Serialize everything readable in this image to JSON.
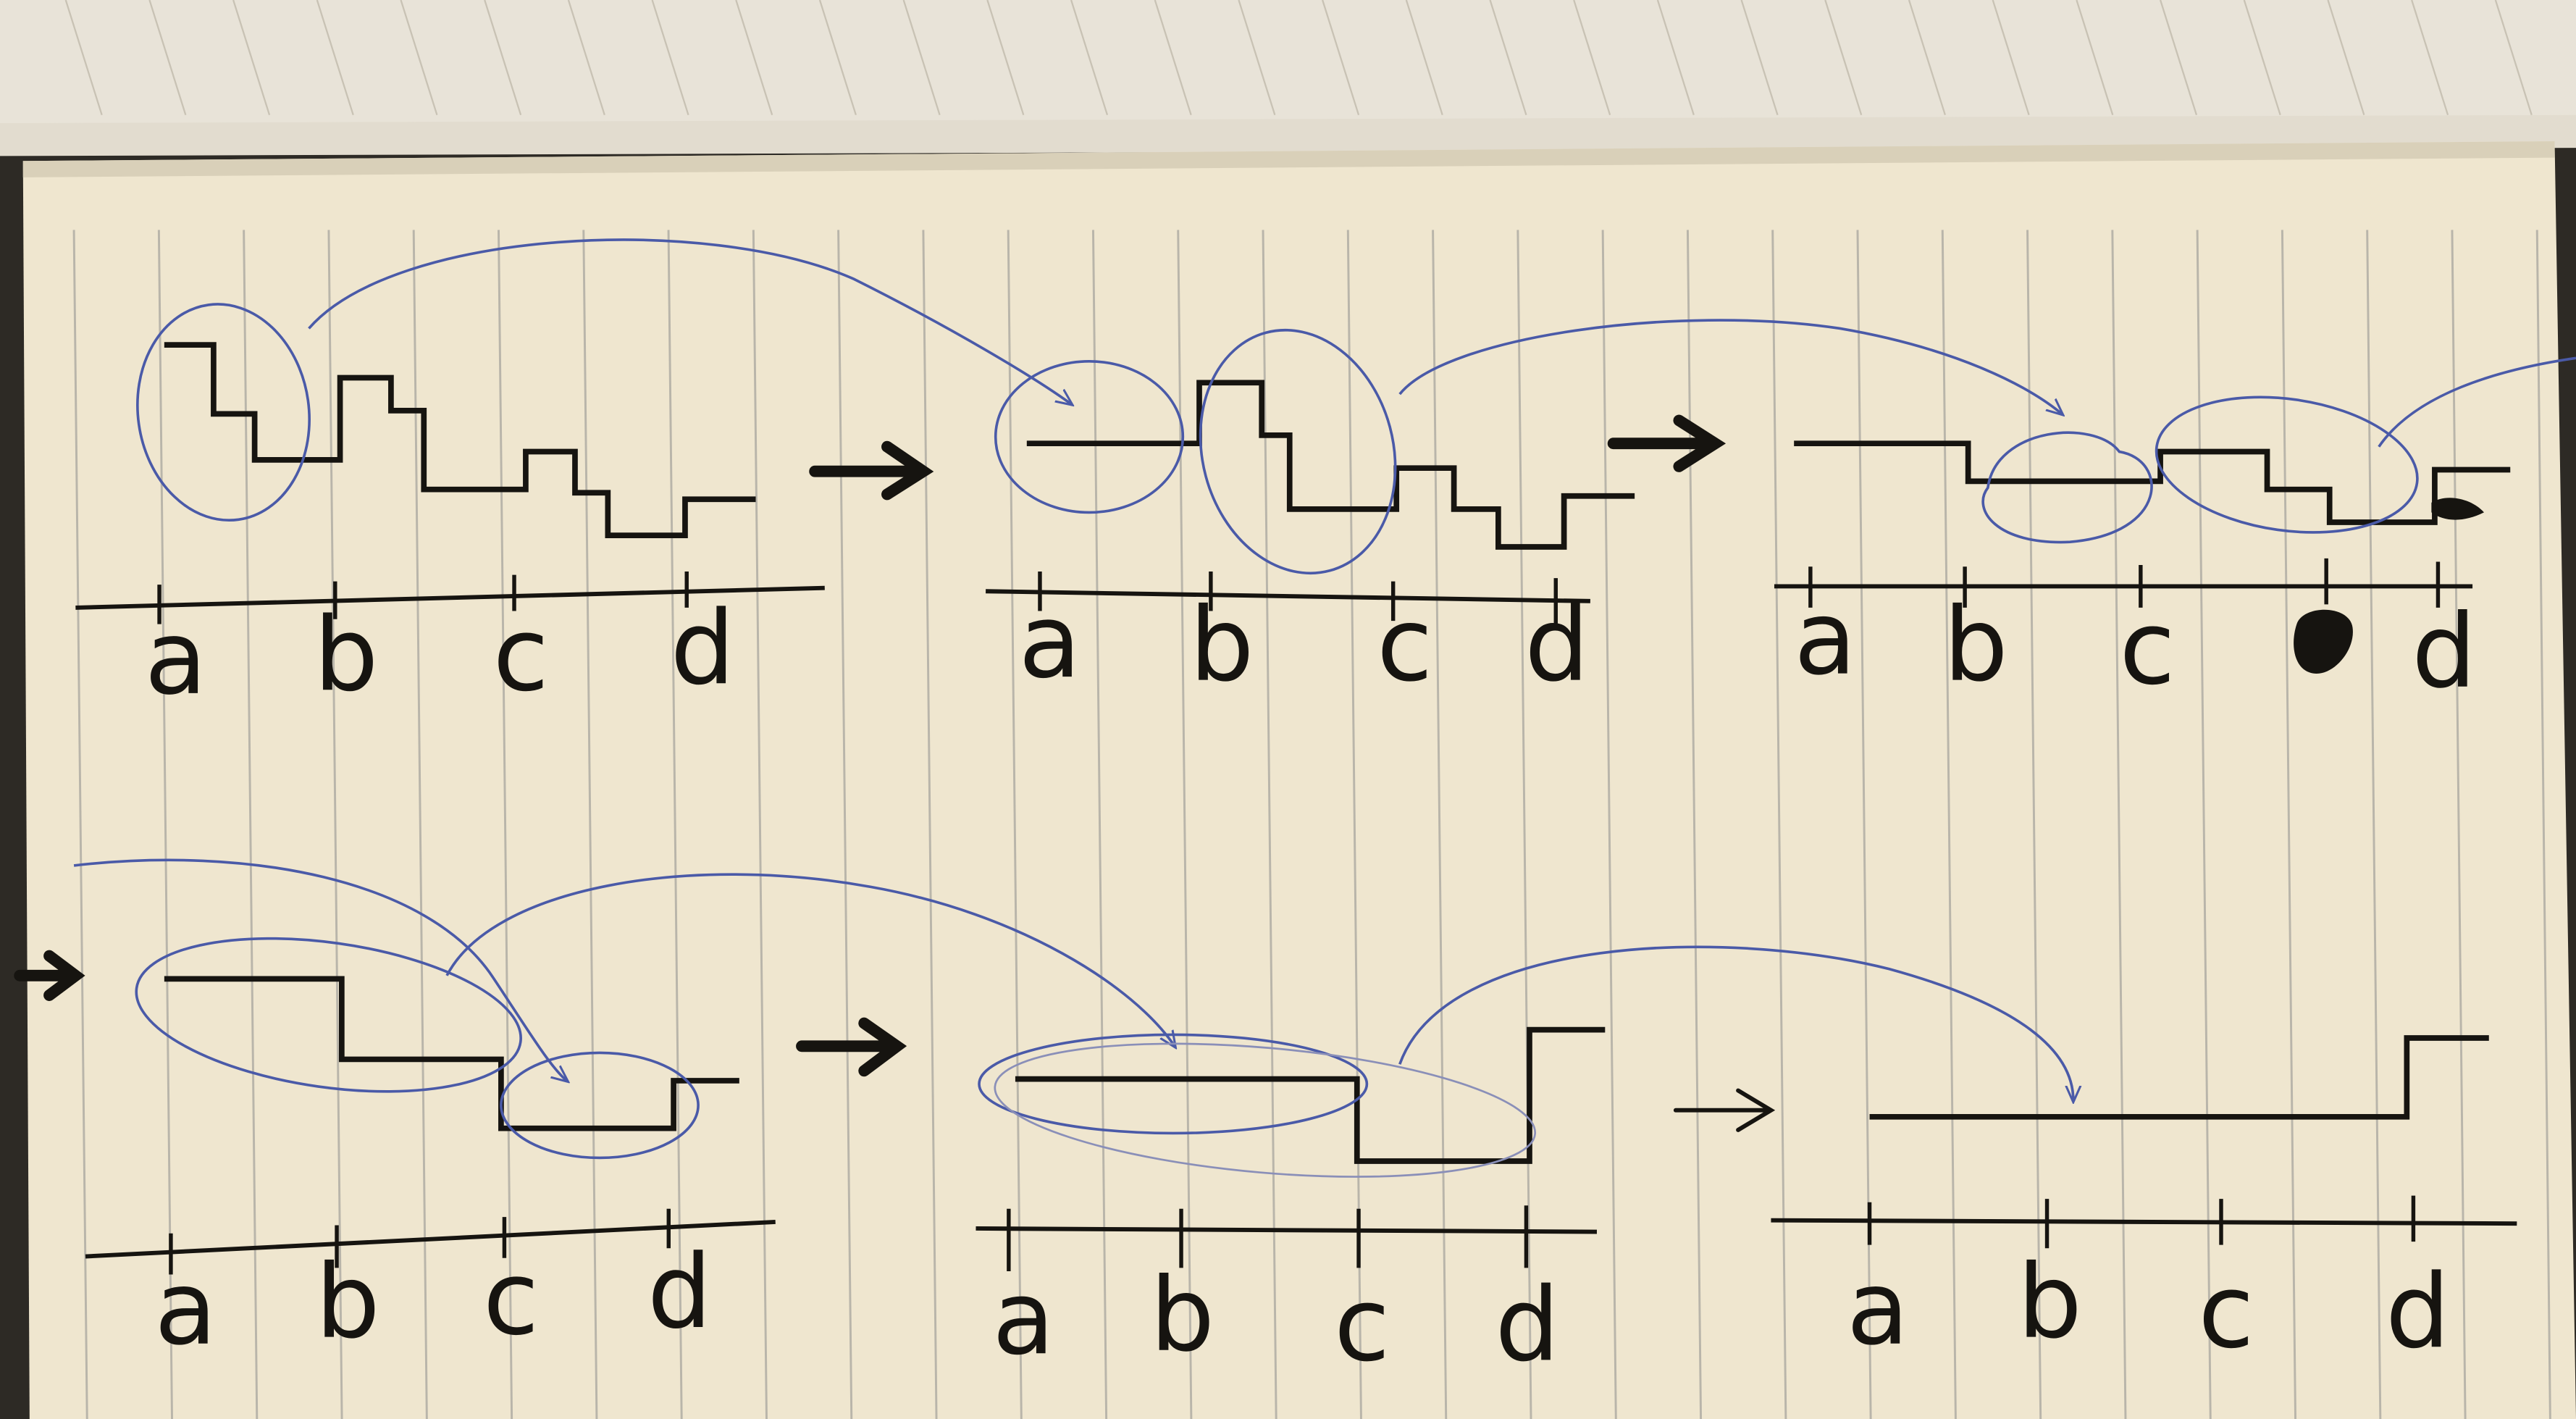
{
  "colors": {
    "paper": "#efe6cf",
    "paper_top_page": "#e2dccf",
    "rule_line": "#b9b5aa",
    "ink": "#161410",
    "blue_ink": "#4a5aa8"
  },
  "panels": [
    {
      "id": "panel-1",
      "tick_labels": [
        "a",
        "b",
        "c",
        "d"
      ],
      "signal": [
        [
          100,
          210
        ],
        [
          130,
          210
        ],
        [
          130,
          252
        ],
        [
          155,
          252
        ],
        [
          155,
          280
        ],
        [
          207,
          280
        ],
        [
          207,
          230
        ],
        [
          238,
          230
        ],
        [
          238,
          250
        ],
        [
          258,
          250
        ],
        [
          258,
          298
        ],
        [
          320,
          298
        ],
        [
          320,
          275
        ],
        [
          350,
          275
        ],
        [
          350,
          300
        ],
        [
          370,
          300
        ],
        [
          370,
          326
        ],
        [
          417,
          326
        ],
        [
          417,
          304
        ],
        [
          460,
          304
        ]
      ],
      "arrow_after": "heavy"
    },
    {
      "id": "panel-2",
      "tick_labels": [
        "a",
        "b",
        "c",
        "d"
      ],
      "signal": [
        [
          625,
          270
        ],
        [
          730,
          270
        ],
        [
          730,
          233
        ],
        [
          768,
          233
        ],
        [
          768,
          265
        ],
        [
          785,
          265
        ],
        [
          785,
          310
        ],
        [
          850,
          310
        ],
        [
          850,
          285
        ],
        [
          885,
          285
        ],
        [
          885,
          310
        ],
        [
          912,
          310
        ],
        [
          912,
          333
        ],
        [
          952,
          333
        ],
        [
          952,
          302
        ],
        [
          995,
          302
        ]
      ],
      "arrow_after": "heavy"
    },
    {
      "id": "panel-3",
      "tick_labels": [
        "a",
        "b",
        "c",
        "",
        "d"
      ],
      "signal": [
        [
          1092,
          270
        ],
        [
          1198,
          270
        ],
        [
          1198,
          293
        ],
        [
          1315,
          293
        ],
        [
          1315,
          275
        ],
        [
          1380,
          275
        ],
        [
          1380,
          298
        ],
        [
          1418,
          298
        ],
        [
          1418,
          318
        ],
        [
          1482,
          318
        ],
        [
          1482,
          286
        ],
        [
          1528,
          286
        ]
      ],
      "arrow_after": "heavy"
    },
    {
      "id": "panel-4",
      "tick_labels": [
        "a",
        "b",
        "c",
        "d"
      ],
      "signal": [
        [
          100,
          596
        ],
        [
          208,
          596
        ],
        [
          208,
          645
        ],
        [
          305,
          645
        ],
        [
          305,
          687
        ],
        [
          410,
          687
        ],
        [
          410,
          658
        ],
        [
          450,
          658
        ]
      ],
      "arrow_after": "heavy"
    },
    {
      "id": "panel-5",
      "tick_labels": [
        "a",
        "b",
        "c",
        "d"
      ],
      "signal": [
        [
          618,
          657
        ],
        [
          826,
          657
        ],
        [
          826,
          707
        ],
        [
          931,
          707
        ],
        [
          931,
          627
        ],
        [
          977,
          627
        ]
      ],
      "arrow_after": "thin"
    },
    {
      "id": "panel-6",
      "tick_labels": [
        "a",
        "b",
        "c",
        "d"
      ],
      "signal": [
        [
          1138,
          680
        ],
        [
          1465,
          680
        ],
        [
          1465,
          632
        ],
        [
          1515,
          632
        ]
      ],
      "arrow_after": null
    }
  ]
}
